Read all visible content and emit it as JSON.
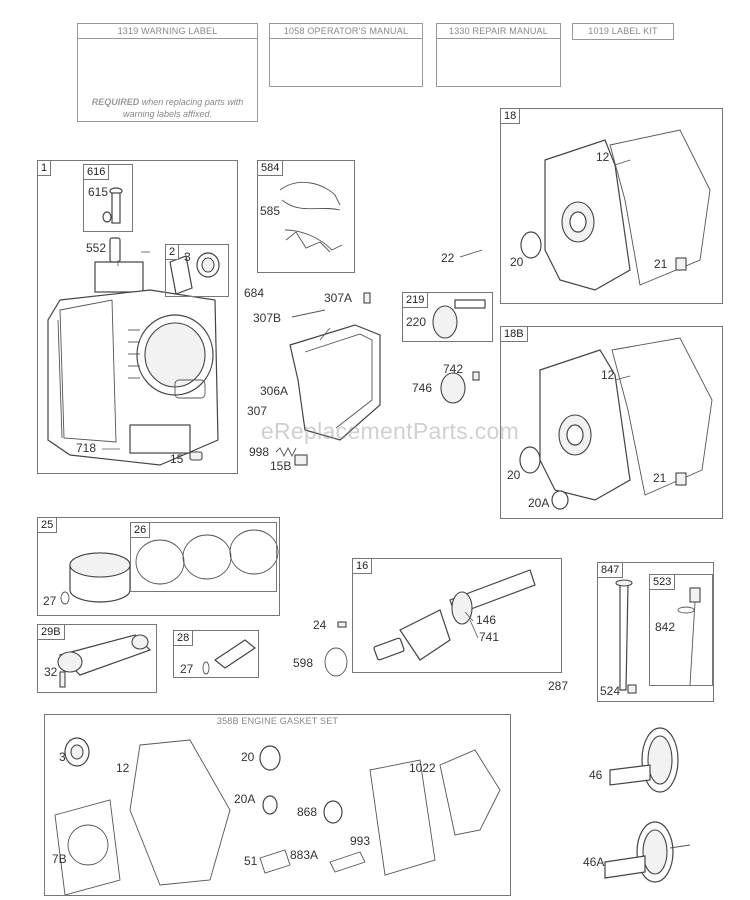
{
  "header_boxes": [
    {
      "id": "warning",
      "title": "1319 WARNING LABEL",
      "icon": "warning-label-icon"
    },
    {
      "id": "operators",
      "title": "1058 OPERATOR'S MANUAL",
      "icon": "manual-book-icon"
    },
    {
      "id": "repair",
      "title": "1330 REPAIR MANUAL",
      "icon": "manual-book-icon"
    },
    {
      "id": "labelkit",
      "title": "1019 LABEL KIT"
    }
  ],
  "warning_note": {
    "strong": "REQUIRED",
    "text": " when replacing parts with warning labels affixed."
  },
  "warning_sticker": {
    "title": "WARNING"
  },
  "watermark": "eReplacementParts.com",
  "group_boxes": [
    {
      "id": "g1",
      "label": "1"
    },
    {
      "id": "g616",
      "label": "616"
    },
    {
      "id": "g2",
      "label": "2"
    },
    {
      "id": "g584",
      "label": "584"
    },
    {
      "id": "g18",
      "label": "18"
    },
    {
      "id": "g219",
      "label": "219"
    },
    {
      "id": "g18b",
      "label": "18B"
    },
    {
      "id": "g25",
      "label": "25"
    },
    {
      "id": "g26",
      "label": "26"
    },
    {
      "id": "g29b",
      "label": "29B"
    },
    {
      "id": "g28",
      "label": "28"
    },
    {
      "id": "g16",
      "label": "16"
    },
    {
      "id": "g847",
      "label": "847"
    },
    {
      "id": "g523",
      "label": "523"
    },
    {
      "id": "g358",
      "label": "358B ENGINE GASKET SET"
    }
  ],
  "part_labels": [
    {
      "id": "p615",
      "text": "615"
    },
    {
      "id": "p552",
      "text": "552"
    },
    {
      "id": "p3a",
      "text": "3"
    },
    {
      "id": "p718",
      "text": "718"
    },
    {
      "id": "p15",
      "text": "15"
    },
    {
      "id": "p585",
      "text": "585"
    },
    {
      "id": "p684",
      "text": "684"
    },
    {
      "id": "p307a",
      "text": "307A"
    },
    {
      "id": "p307b",
      "text": "307B"
    },
    {
      "id": "p306a",
      "text": "306A"
    },
    {
      "id": "p307",
      "text": "307"
    },
    {
      "id": "p998",
      "text": "998"
    },
    {
      "id": "p15b",
      "text": "15B"
    },
    {
      "id": "p22",
      "text": "22"
    },
    {
      "id": "p220",
      "text": "220"
    },
    {
      "id": "p742",
      "text": "742"
    },
    {
      "id": "p746",
      "text": "746"
    },
    {
      "id": "p12a",
      "text": "12"
    },
    {
      "id": "p20a1",
      "text": "20"
    },
    {
      "id": "p21a",
      "text": "21"
    },
    {
      "id": "p12b",
      "text": "12"
    },
    {
      "id": "p20b",
      "text": "20"
    },
    {
      "id": "p21b",
      "text": "21"
    },
    {
      "id": "p20ab",
      "text": "20A"
    },
    {
      "id": "p27a",
      "text": "27"
    },
    {
      "id": "p32",
      "text": "32"
    },
    {
      "id": "p27b",
      "text": "27"
    },
    {
      "id": "p24",
      "text": "24"
    },
    {
      "id": "p598",
      "text": "598"
    },
    {
      "id": "p146",
      "text": "146"
    },
    {
      "id": "p741",
      "text": "741"
    },
    {
      "id": "p842",
      "text": "842"
    },
    {
      "id": "p287",
      "text": "287"
    },
    {
      "id": "p524",
      "text": "524"
    },
    {
      "id": "p3b",
      "text": "3"
    },
    {
      "id": "p12c",
      "text": "12"
    },
    {
      "id": "p7b",
      "text": "7B"
    },
    {
      "id": "p20c",
      "text": "20"
    },
    {
      "id": "p20ac",
      "text": "20A"
    },
    {
      "id": "p51",
      "text": "51"
    },
    {
      "id": "p868",
      "text": "868"
    },
    {
      "id": "p883a",
      "text": "883A"
    },
    {
      "id": "p993",
      "text": "993"
    },
    {
      "id": "p1022",
      "text": "1022"
    },
    {
      "id": "p46",
      "text": "46"
    },
    {
      "id": "p46a",
      "text": "46A"
    }
  ]
}
